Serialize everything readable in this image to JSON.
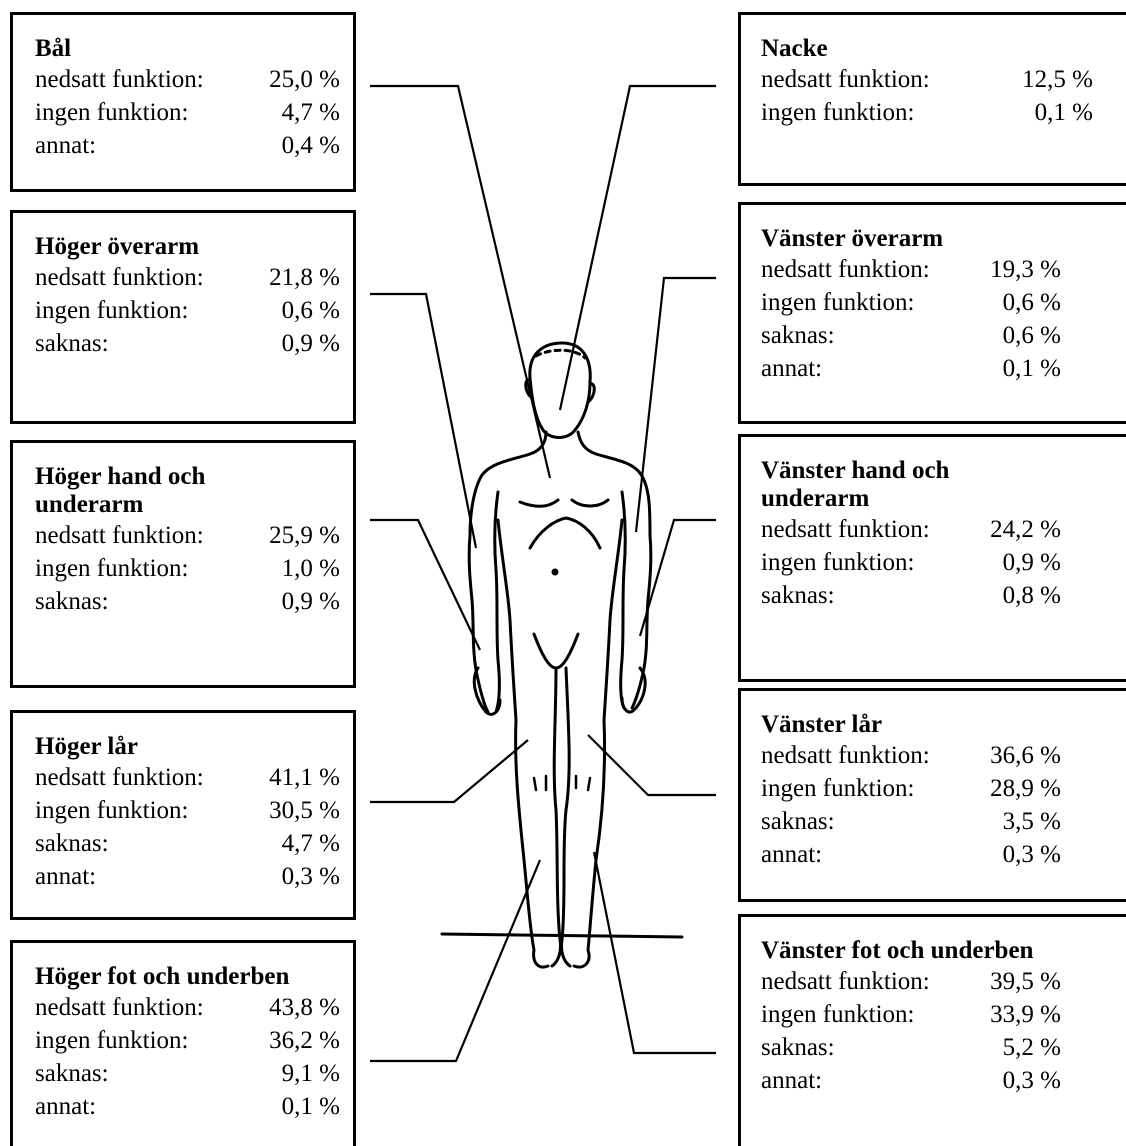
{
  "boxes": {
    "bal": {
      "title": "Bål",
      "rows": [
        {
          "label": "nedsatt funktion:",
          "value": "25,0 %"
        },
        {
          "label": "ingen funktion:",
          "value": "4,7 %"
        },
        {
          "label": "annat:",
          "value": "0,4 %"
        }
      ]
    },
    "hoger_overarm": {
      "title": "Höger överarm",
      "rows": [
        {
          "label": "nedsatt funktion:",
          "value": "21,8 %"
        },
        {
          "label": "ingen funktion:",
          "value": "0,6 %"
        },
        {
          "label": "saknas:",
          "value": "0,9 %"
        }
      ]
    },
    "hoger_hand": {
      "title_line1": "Höger hand och",
      "title_line2": "underarm",
      "rows": [
        {
          "label": "nedsatt funktion:",
          "value": "25,9 %"
        },
        {
          "label": "ingen funktion:",
          "value": "1,0 %"
        },
        {
          "label": "saknas:",
          "value": "0,9 %"
        }
      ]
    },
    "hoger_lar": {
      "title": "Höger lår",
      "rows": [
        {
          "label": "nedsatt funktion:",
          "value": "41,1 %"
        },
        {
          "label": "ingen funktion:",
          "value": "30,5 %"
        },
        {
          "label": "saknas:",
          "value": "4,7 %"
        },
        {
          "label": "annat:",
          "value": "0,3 %"
        }
      ]
    },
    "hoger_fot": {
      "title": "Höger fot och underben",
      "rows": [
        {
          "label": "nedsatt funktion:",
          "value": "43,8 %"
        },
        {
          "label": "ingen funktion:",
          "value": "36,2 %"
        },
        {
          "label": "saknas:",
          "value": "9,1 %"
        },
        {
          "label": "annat:",
          "value": "0,1 %"
        }
      ]
    },
    "nacke": {
      "title": "Nacke",
      "rows": [
        {
          "label": "nedsatt funktion:",
          "value": "12,5 %"
        },
        {
          "label": "ingen funktion:",
          "value": "0,1 %"
        }
      ]
    },
    "vanster_overarm": {
      "title": "Vänster överarm",
      "rows": [
        {
          "label": "nedsatt funktion:",
          "value": "19,3 %"
        },
        {
          "label": "ingen funktion:",
          "value": "0,6 %"
        },
        {
          "label": "saknas:",
          "value": "0,6 %"
        },
        {
          "label": "annat:",
          "value": "0,1 %"
        }
      ]
    },
    "vanster_hand": {
      "title_line1": "Vänster hand och",
      "title_line2": "underarm",
      "rows": [
        {
          "label": "nedsatt funktion:",
          "value": "24,2 %"
        },
        {
          "label": "ingen funktion:",
          "value": "0,9 %"
        },
        {
          "label": "saknas:",
          "value": "0,8 %"
        }
      ]
    },
    "vanster_lar": {
      "title": "Vänster lår",
      "rows": [
        {
          "label": "nedsatt funktion:",
          "value": "36,6 %"
        },
        {
          "label": "ingen funktion:",
          "value": "28,9 %"
        },
        {
          "label": "saknas:",
          "value": "3,5 %"
        },
        {
          "label": "annat:",
          "value": "0,3 %"
        }
      ]
    },
    "vanster_fot": {
      "title": "Vänster fot och underben",
      "rows": [
        {
          "label": "nedsatt funktion:",
          "value": "39,5 %"
        },
        {
          "label": "ingen funktion:",
          "value": "33,9 %"
        },
        {
          "label": "saknas:",
          "value": "5,2 %"
        },
        {
          "label": "annat:",
          "value": "0,3 %"
        }
      ]
    }
  }
}
